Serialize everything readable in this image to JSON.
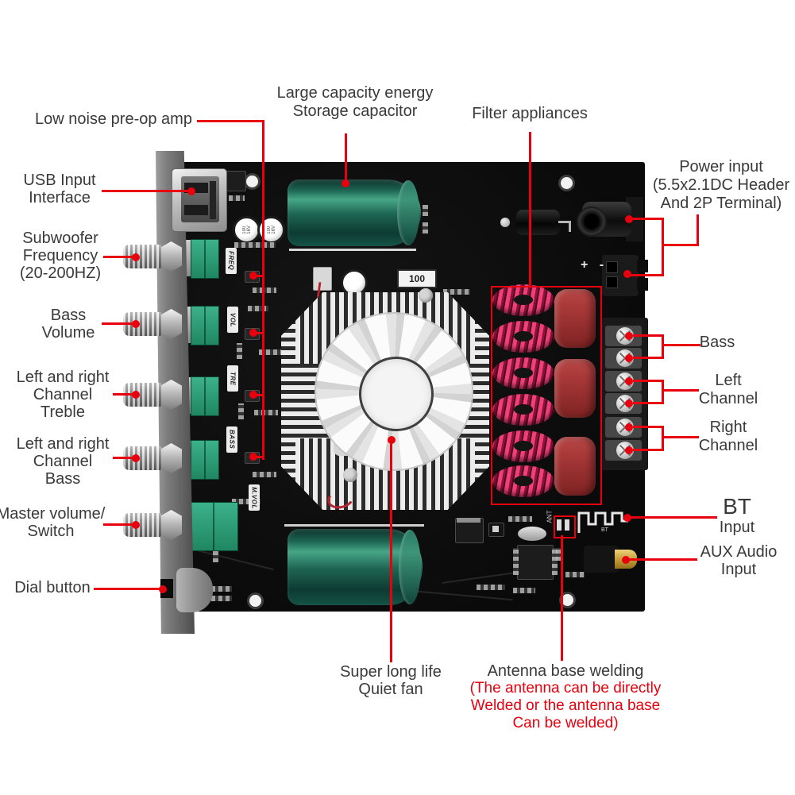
{
  "colors": {
    "accent_red": "#e8000f",
    "label_text": "#3a3a3a",
    "pcb_black": "#0e0e0e",
    "panel_gray": "#6f6f6f",
    "capacitor_green": "#1d6451",
    "pot_green": "#2fa183",
    "inductor_pink": "#e8326b",
    "film_cap_red": "#a93939",
    "heatsink_silver": "#ececec",
    "gold": "#d4af4e"
  },
  "callouts": {
    "pre_amp": {
      "lines": [
        "Low noise pre-op amp"
      ]
    },
    "storage_cap": {
      "lines": [
        "Large capacity energy",
        "Storage capacitor"
      ]
    },
    "filter": {
      "lines": [
        "Filter appliances"
      ]
    },
    "power_input": {
      "lines": [
        "Power input",
        "(5.5x2.1DC Header",
        "And 2P Terminal)"
      ]
    },
    "usb": {
      "lines": [
        "USB Input",
        "Interface"
      ]
    },
    "subwoofer_freq": {
      "lines": [
        "Subwoofer",
        "Frequency",
        "(20-200HZ)"
      ]
    },
    "bass_volume": {
      "lines": [
        "Bass",
        "Volume"
      ]
    },
    "treble": {
      "lines": [
        "Left and right",
        "Channel",
        "Treble"
      ]
    },
    "bass_channel": {
      "lines": [
        "Left and right",
        "Channel",
        "Bass"
      ]
    },
    "master_volume": {
      "lines": [
        "Master volume/",
        "Switch"
      ]
    },
    "dial_button": {
      "lines": [
        "Dial button"
      ]
    },
    "out_bass": {
      "lines": [
        "Bass"
      ]
    },
    "out_left": {
      "lines": [
        "Left",
        "Channel"
      ]
    },
    "out_right": {
      "lines": [
        "Right",
        "Channel"
      ]
    },
    "bt_input": {
      "lines": [
        "BT",
        "Input"
      ]
    },
    "aux_input": {
      "lines": [
        "AUX Audio",
        "Input"
      ]
    },
    "fan": {
      "lines": [
        "Super long life",
        "Quiet fan"
      ]
    },
    "antenna": {
      "title": "Antenna base welding",
      "red_lines": [
        "(The antenna can be directly",
        "Welded or the antenna base",
        "Can be welded)"
      ]
    }
  },
  "silkscreen": {
    "freq": "FREQ",
    "vol": "VOL",
    "tre": "TRE",
    "bass": "BASS",
    "mvol": "M.VOL",
    "ant": "ANT",
    "bt": "BT",
    "polarity": "+ -",
    "resistor_value": "100",
    "cap_value": "100",
    "cap_voltage": "16V"
  }
}
